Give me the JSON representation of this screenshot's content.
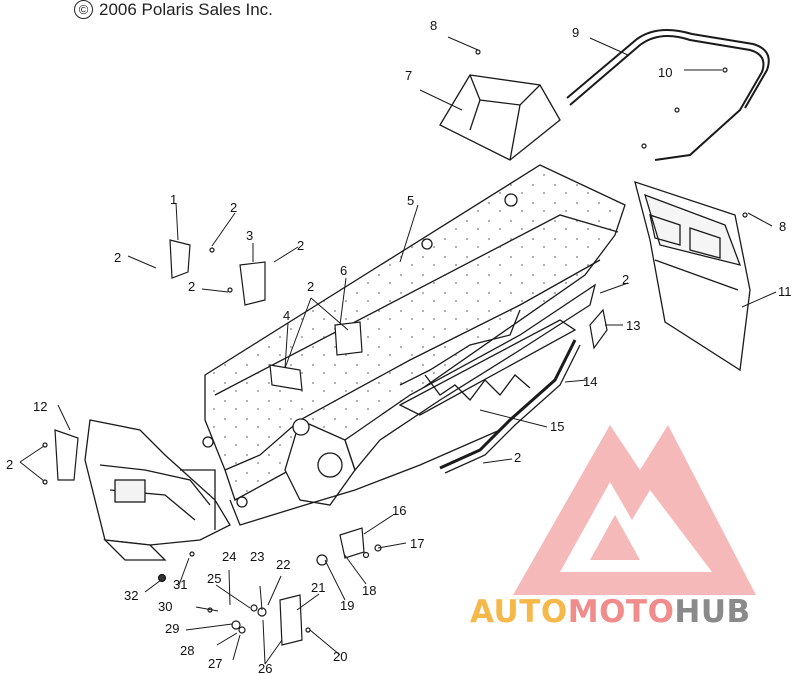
{
  "copyright": {
    "symbol": "©",
    "text": "2006 Polaris Sales Inc."
  },
  "callouts": [
    {
      "id": "c1",
      "text": "1"
    },
    {
      "id": "c2a",
      "text": "2"
    },
    {
      "id": "c2b",
      "text": "2"
    },
    {
      "id": "c2c",
      "text": "2"
    },
    {
      "id": "c2d",
      "text": "2"
    },
    {
      "id": "c2e",
      "text": "2"
    },
    {
      "id": "c2f",
      "text": "2"
    },
    {
      "id": "c2g",
      "text": "2"
    },
    {
      "id": "c2h",
      "text": "2"
    },
    {
      "id": "c3",
      "text": "3"
    },
    {
      "id": "c4",
      "text": "4"
    },
    {
      "id": "c5",
      "text": "5"
    },
    {
      "id": "c6",
      "text": "6"
    },
    {
      "id": "c7",
      "text": "7"
    },
    {
      "id": "c8a",
      "text": "8"
    },
    {
      "id": "c8b",
      "text": "8"
    },
    {
      "id": "c9",
      "text": "9"
    },
    {
      "id": "c10",
      "text": "10"
    },
    {
      "id": "c11",
      "text": "11"
    },
    {
      "id": "c12",
      "text": "12"
    },
    {
      "id": "c13",
      "text": "13"
    },
    {
      "id": "c14",
      "text": "14"
    },
    {
      "id": "c15",
      "text": "15"
    },
    {
      "id": "c16",
      "text": "16"
    },
    {
      "id": "c17",
      "text": "17"
    },
    {
      "id": "c18",
      "text": "18"
    },
    {
      "id": "c19",
      "text": "19"
    },
    {
      "id": "c20",
      "text": "20"
    },
    {
      "id": "c21",
      "text": "21"
    },
    {
      "id": "c22",
      "text": "22"
    },
    {
      "id": "c23",
      "text": "23"
    },
    {
      "id": "c24",
      "text": "24"
    },
    {
      "id": "c25",
      "text": "25"
    },
    {
      "id": "c26",
      "text": "26"
    },
    {
      "id": "c27",
      "text": "27"
    },
    {
      "id": "c28",
      "text": "28"
    },
    {
      "id": "c29",
      "text": "29"
    },
    {
      "id": "c30",
      "text": "30"
    },
    {
      "id": "c31",
      "text": "31"
    },
    {
      "id": "c32",
      "text": "32"
    }
  ],
  "watermark": {
    "part1": "AUTO",
    "part2": "MOTO",
    "part3": "HUB",
    "colors": {
      "orange": "#f5b84a",
      "pink": "#f08c8c",
      "gray": "#8a8a8a",
      "logo": "#ef3b3b"
    }
  }
}
